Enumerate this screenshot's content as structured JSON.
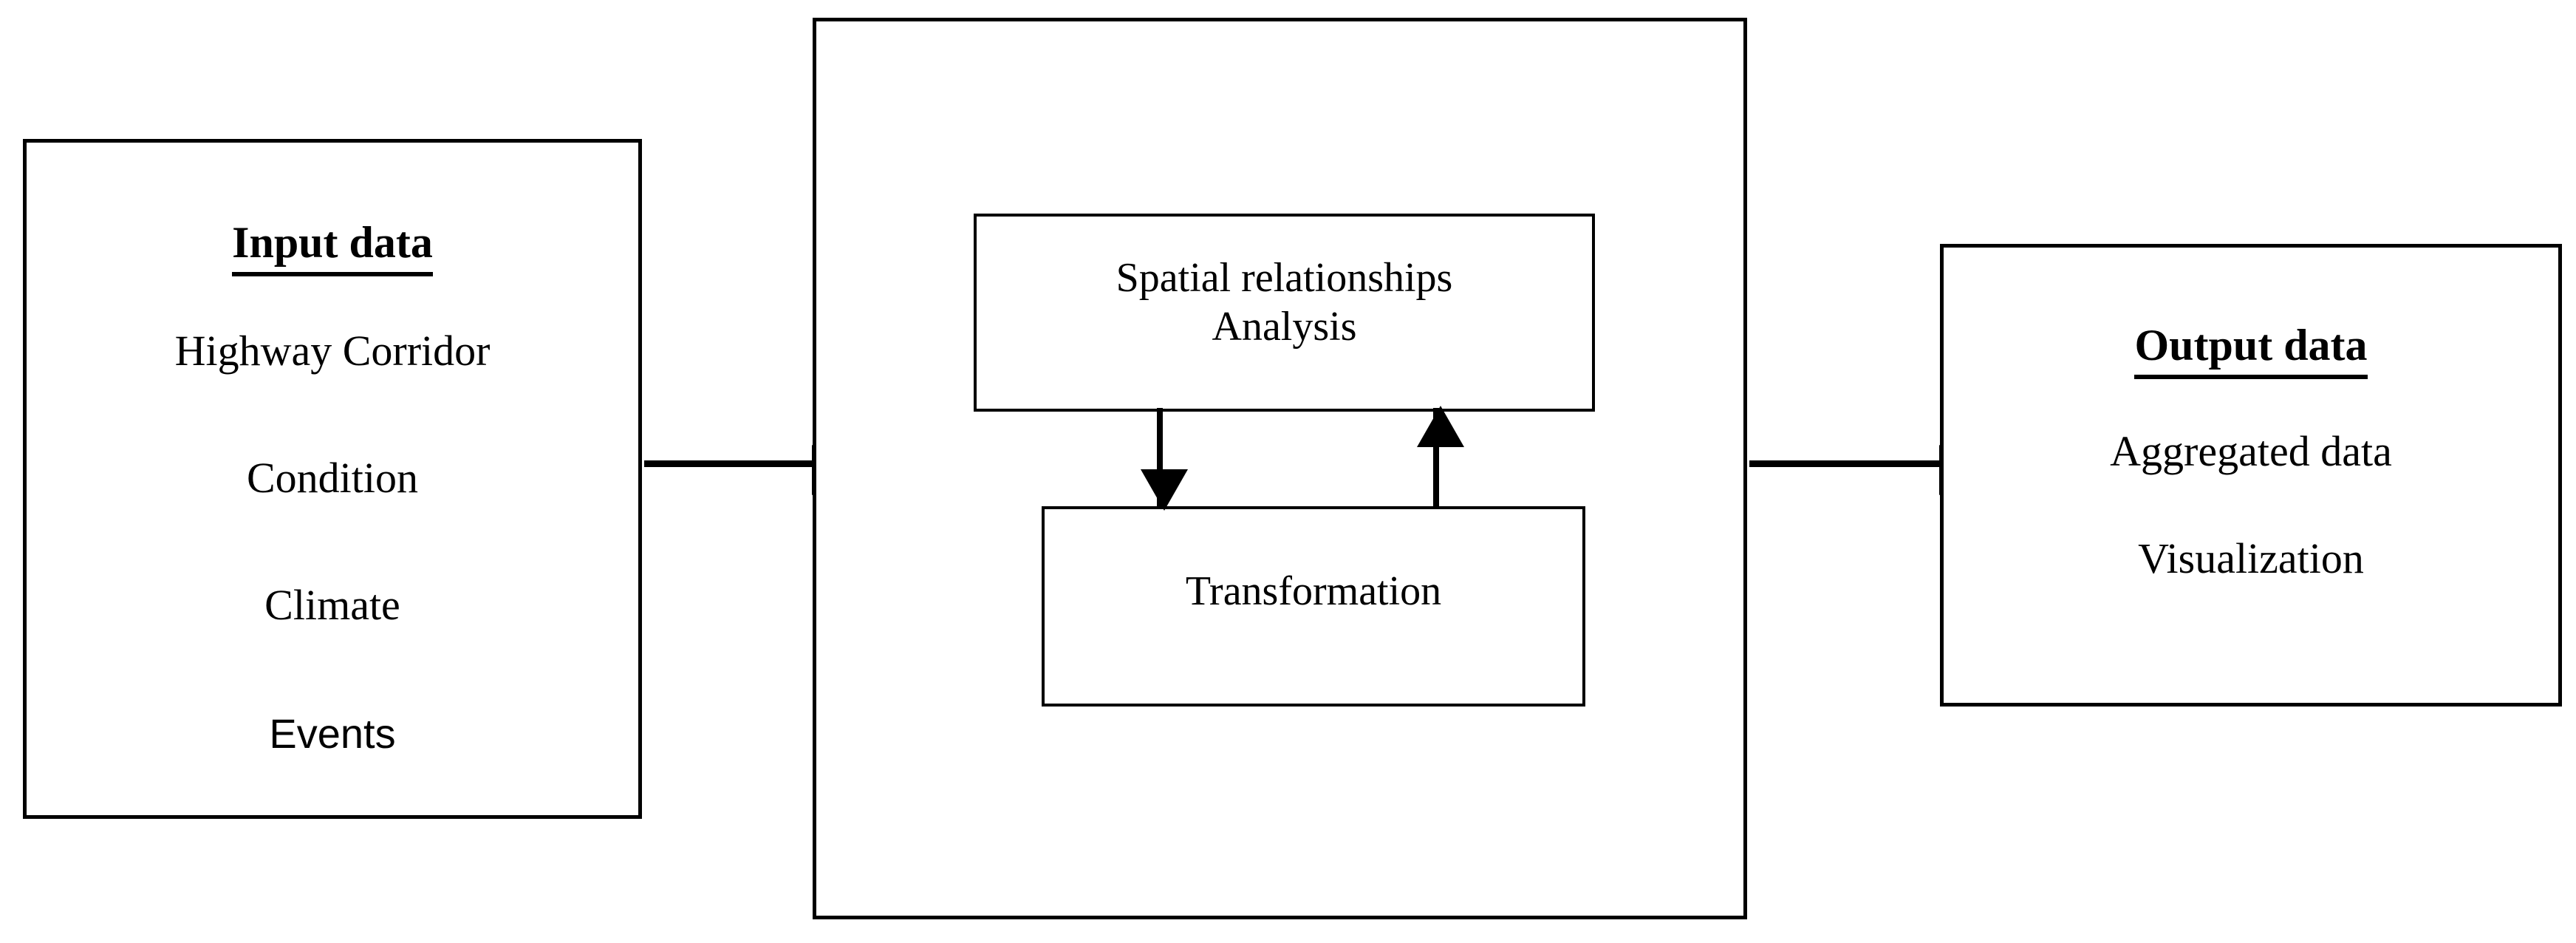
{
  "diagram": {
    "title": "Input - Processing - Output framework diagram",
    "colors": {
      "stroke": "#000000",
      "background": "#ffffff",
      "text": "#000000"
    },
    "input_box": {
      "heading": "Input data",
      "items": [
        "Highway Corridor",
        "Condition",
        "Climate",
        "Events"
      ]
    },
    "process_box": {
      "spatial_node": {
        "line1": "Spatial relationships",
        "line2": "Analysis"
      },
      "transformation_node": {
        "label": "Transformation"
      }
    },
    "output_box": {
      "heading": "Output data",
      "items": [
        "Aggregated data",
        "Visualization"
      ]
    },
    "connectors": [
      {
        "name": "input-to-process",
        "direction": "right",
        "from": "Input data",
        "to": "Processing"
      },
      {
        "name": "process-to-output",
        "direction": "right",
        "from": "Processing",
        "to": "Output data"
      },
      {
        "name": "spatial-to-transformation",
        "direction": "down",
        "from": "Spatial relationships Analysis",
        "to": "Transformation"
      },
      {
        "name": "transformation-to-spatial",
        "direction": "up",
        "from": "Transformation",
        "to": "Spatial relationships Analysis"
      }
    ]
  }
}
